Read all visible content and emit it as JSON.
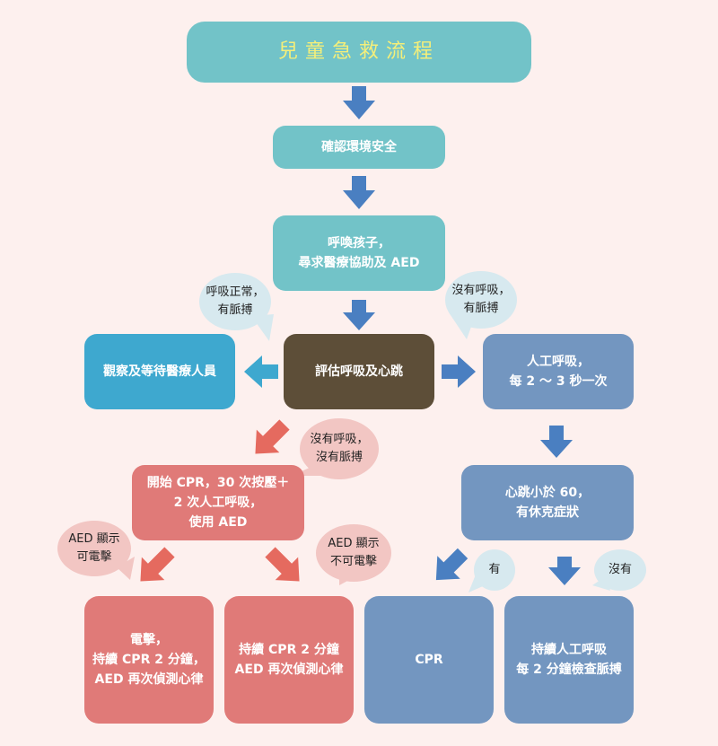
{
  "colors": {
    "background": "#fdf0ee",
    "teal": "#72c3c8",
    "blue": "#3ea8cf",
    "brown": "#5d4e38",
    "slate": "#7396c0",
    "coral": "#e07a78",
    "arrow_blue": "#4a7fc1",
    "arrow_coral": "#e56a5f",
    "title_text": "#f4ef7a",
    "bubble_blue": "#d7e9ef",
    "bubble_pink": "#f2c6c3"
  },
  "title": "兒童急救流程",
  "nodes": {
    "confirm_safety": "確認環境安全",
    "call_child": "呼喚孩子，\n尋求醫療協助及 AED",
    "observe_wait": "觀察及等待醫療人員",
    "assess": "評估呼吸及心跳",
    "rescue_breathing": "人工呼吸，\n每 2 ～ 3 秒一次",
    "start_cpr": "開始 CPR，30 次按壓＋\n2 次人工呼吸，\n使用 AED",
    "heart_rate": "心跳小於 60，\n有休克症狀",
    "shock": "電擊，\n持續 CPR 2 分鐘，\nAED 再次偵測心律",
    "continue_cpr": "持續 CPR 2 分鐘\nAED 再次偵測心律",
    "cpr": "CPR",
    "continue_breathing": "持續人工呼吸\n每 2 分鐘檢查脈搏"
  },
  "bubbles": {
    "normal_breathing": "呼吸正常，\n有脈搏",
    "no_breathing_pulse": "沒有呼吸，\n有脈搏",
    "no_breathing_no_pulse": "沒有呼吸，\n沒有脈搏",
    "aed_shockable": "AED 顯示\n可電擊",
    "aed_not_shockable": "AED 顯示\n不可電擊",
    "yes": "有",
    "no": "沒有"
  }
}
